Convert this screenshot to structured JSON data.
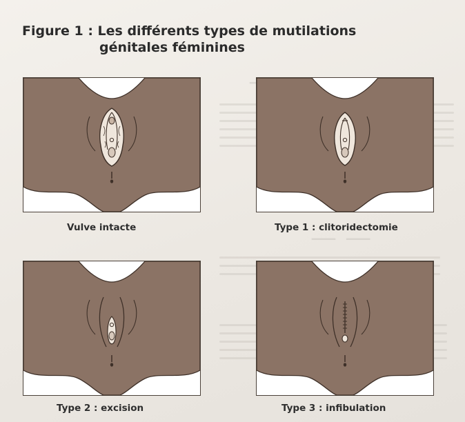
{
  "figure": {
    "title_line1": "Figure 1 : Les différents types de mutilations",
    "title_line2": "génitales féminines"
  },
  "panels": [
    {
      "caption": "Vulve intacte",
      "variant": "intact"
    },
    {
      "caption": "Type 1 : clitoridectomie",
      "variant": "type1"
    },
    {
      "caption": "Type 2 : excision",
      "variant": "type2"
    },
    {
      "caption": "Type 3 : infibulation",
      "variant": "type3"
    }
  ],
  "colors": {
    "skin": "#8b7365",
    "outline": "#3e3028",
    "tissue": "#efe6dc"
  }
}
